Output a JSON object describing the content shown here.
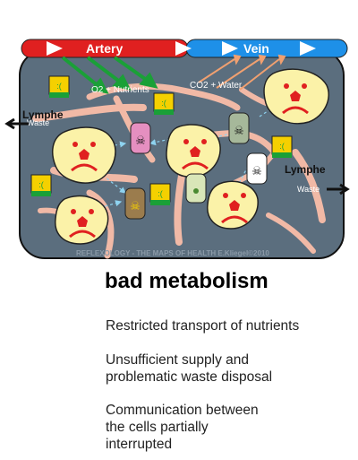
{
  "diagram": {
    "vessels": {
      "artery": "Artery",
      "vein": "Vein"
    },
    "labels": {
      "o2_nutrients": "O2 + Nutrients",
      "co2_water": "CO2 + Water",
      "lymphe_left": "Lymphe",
      "waste_left": "Waste",
      "lymphe_right": "Lymphe",
      "waste_right": "Waste"
    },
    "copyright": "REFLEXOLOGY - THE MAPS OF HEALTH  E.Kliegel©2010",
    "colors": {
      "artery": "#e02020",
      "vein": "#1e90e8",
      "tissue": "#5b6e7e",
      "cell": "#fbf2a8",
      "vessel_branch": "#f1b9a6"
    }
  },
  "caption": {
    "title": "bad metabolism",
    "lines": [
      "Restricted transport of nutrients",
      "Unsufficient supply and",
      "problematic waste disposal",
      "Communication between",
      "the cells partially",
      "interrupted"
    ]
  }
}
